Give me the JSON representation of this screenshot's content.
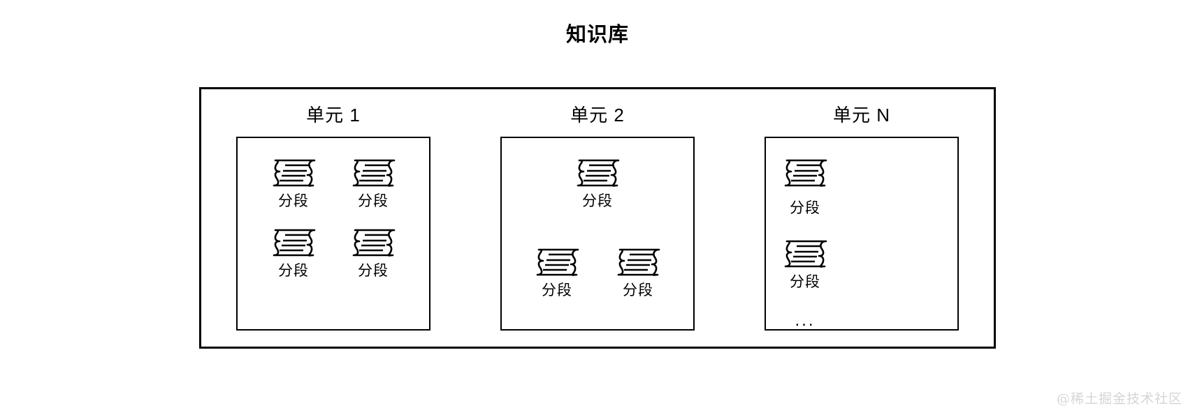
{
  "title": "知识库",
  "watermark": "@稀土掘金技术社区",
  "icon_name": "document-chunk-icon",
  "ellipsis": "...",
  "units": [
    {
      "label": "单元 1",
      "layout": "2x2",
      "chunks": [
        {
          "label": "分段"
        },
        {
          "label": "分段"
        },
        {
          "label": "分段"
        },
        {
          "label": "分段"
        }
      ]
    },
    {
      "label": "单元 2",
      "layout": "1-2",
      "chunks": [
        {
          "label": "分段"
        },
        {
          "label": "分段"
        },
        {
          "label": "分段"
        }
      ]
    },
    {
      "label": "单元 N",
      "layout": "stack",
      "chunks": [
        {
          "label": "分段"
        },
        {
          "label": "分段"
        }
      ],
      "has_ellipsis": true
    }
  ],
  "colors": {
    "stroke": "#000000",
    "background": "#ffffff",
    "watermark": "#d2d5d9"
  }
}
